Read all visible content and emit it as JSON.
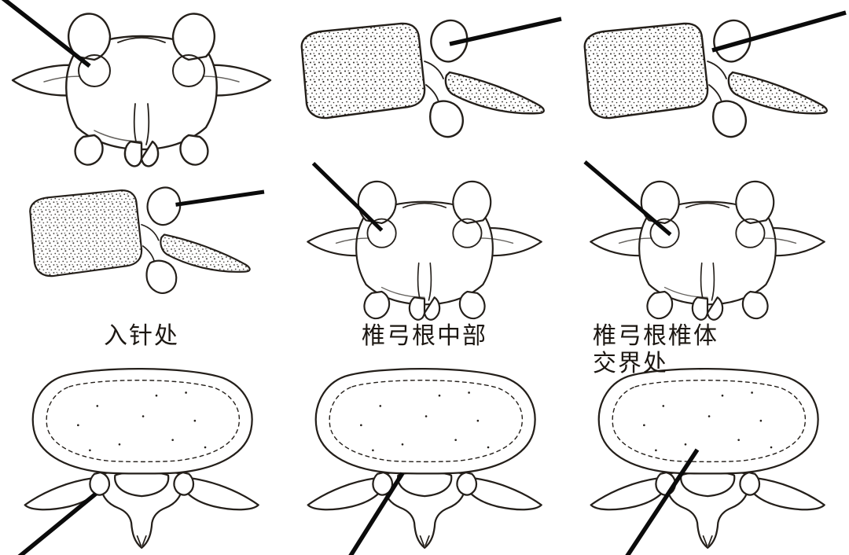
{
  "figure": {
    "description_labels": {
      "entry_point": "入针处",
      "mid_pedicle": "椎弓根中部",
      "junction_line1": "椎弓根椎体",
      "junction_line2": "交界处"
    },
    "panels": [
      {
        "row": 1,
        "col": 1,
        "view": "posterior",
        "stage": "入针处"
      },
      {
        "row": 1,
        "col": 2,
        "view": "lateral",
        "stage": "椎弓根中部"
      },
      {
        "row": 1,
        "col": 3,
        "view": "lateral",
        "stage": "椎弓根椎体交界处"
      },
      {
        "row": 2,
        "col": 1,
        "view": "lateral",
        "stage": "入针处"
      },
      {
        "row": 2,
        "col": 2,
        "view": "posterior",
        "stage": "椎弓根中部"
      },
      {
        "row": 2,
        "col": 3,
        "view": "posterior",
        "stage": "椎弓根椎体交界处"
      },
      {
        "row": 3,
        "col": 1,
        "view": "axial",
        "stage": "入针处"
      },
      {
        "row": 3,
        "col": 2,
        "view": "axial",
        "stage": "椎弓根中部"
      },
      {
        "row": 3,
        "col": 3,
        "view": "axial",
        "stage": "椎弓根椎体交界处"
      }
    ],
    "colors": {
      "ink": "#241f1a",
      "needle": "#0b0b0b",
      "paper": "#ffffff"
    }
  }
}
